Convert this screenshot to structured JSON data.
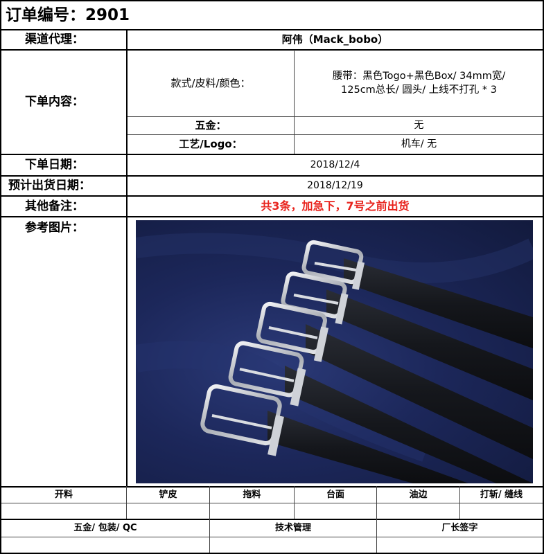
{
  "order": {
    "title": "订单编号：2901",
    "agent_label": "渠道代理：",
    "agent_value": "阿伟（Mack_bobo）",
    "content_label": "下单内容：",
    "style_label": "款式/皮料/颜色：",
    "style_value_line1": "腰带：黑色Togo+黑色Box/ 34mm宽/",
    "style_value_line2": "125cm总长/ 圆头/ 上线不打孔 * 3",
    "hardware_label": "五金：",
    "hardware_value": "无",
    "craft_label": "工艺/Logo：",
    "craft_value": "机车/ 无",
    "order_date_label": "下单日期：",
    "order_date_value": "2018/12/4",
    "ship_date_label": "预计出货日期：",
    "ship_date_value": "2018/12/19",
    "notes_label": "其他备注：",
    "notes_value": "共3条，加急下，7号之前出货",
    "image_label": "参考图片："
  },
  "footer": {
    "row1": [
      "开料",
      "铲皮",
      "拖料",
      "台面",
      "油边",
      "打斩/ 缝线"
    ],
    "row2": [
      "五金/ 包装/ QC",
      "技术管理",
      "厂长签字"
    ]
  },
  "photo": {
    "subject": "belt-buckles",
    "background_color": "#1c275a",
    "strap_color": "#16181d",
    "buckle_color": "#c9ccd1"
  }
}
